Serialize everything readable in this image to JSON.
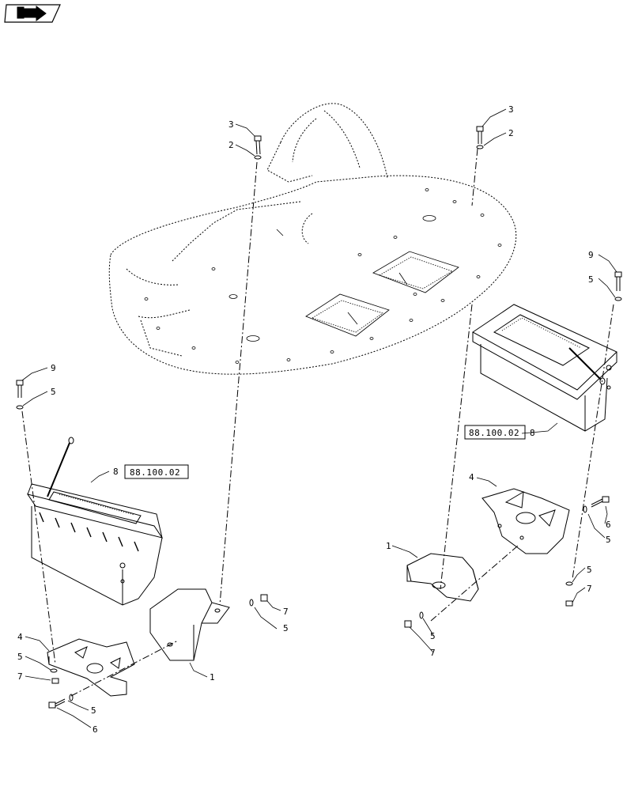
{
  "nav": {
    "icon": "return-arrow-icon"
  },
  "callouts": {
    "c3_left": "3",
    "c2_left": "2",
    "c3_right": "3",
    "c2_right": "2",
    "c9_right": "9",
    "c5_right_top": "5",
    "c9_left": "9",
    "c5_left_top": "5",
    "c8_left": "8",
    "c8_right": "8",
    "c4_left": "4",
    "c5_left_a": "5",
    "c7_left_a": "7",
    "c5_left_b": "5",
    "c6_left": "6",
    "c1_left": "1",
    "c7_left_b": "7",
    "c5_left_c": "5",
    "c4_right": "4",
    "c1_right": "1",
    "c6_right": "6",
    "c5_right_a": "5",
    "c5_right_b": "5",
    "c7_right_a": "7",
    "c5_right_c": "5",
    "c7_right_b": "7"
  },
  "refs": {
    "left": "88.100.02",
    "right": "88.100.02"
  },
  "colors": {
    "line": "#000000",
    "background": "#ffffff"
  }
}
